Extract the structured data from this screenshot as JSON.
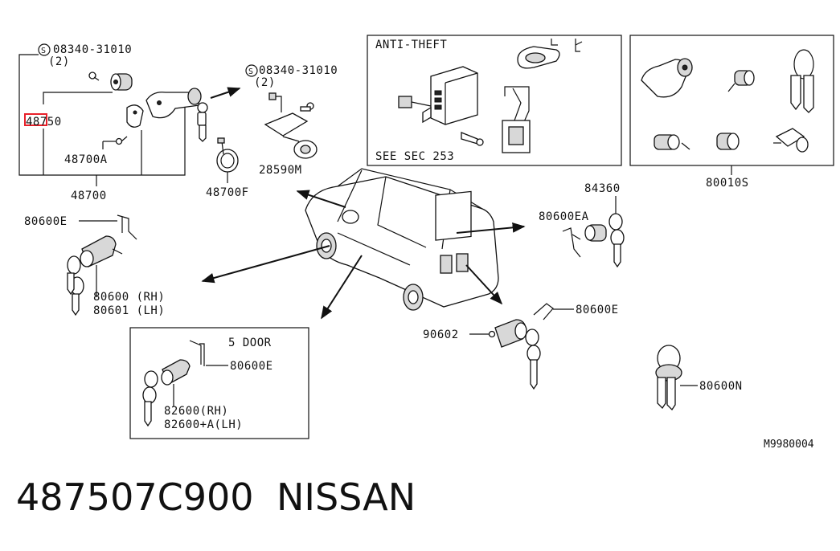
{
  "screws": {
    "screw_code": "08340-31010",
    "screw_qty": "(2)",
    "screw2_code": "08340-31010",
    "screw2_qty": "(2)"
  },
  "labels": {
    "highlight": "48750",
    "p48700A": "48700A",
    "p48700": "48700",
    "p48700F": "48700F",
    "p28590M": "28590M",
    "p80600E_left": "80600E",
    "p80600_rh": "80600 (RH)",
    "p80601_lh": "80601 (LH)",
    "p84360": "84360",
    "p80600EA": "80600EA",
    "p80600E_right": "80600E",
    "p90602": "90602",
    "p80600N": "80600N",
    "p80010S": "80010S",
    "p80600E_inset": "80600E",
    "p82600_rh": "82600(RH)",
    "p82600A_lh": "82600+A(LH)"
  },
  "anti_theft": {
    "title": "ANTI-THEFT",
    "see_sec": "SEE SEC 253"
  },
  "five_door": {
    "title": "5 DOOR"
  },
  "diagram_code": "M9980004",
  "footer": {
    "part_number": "487507C900",
    "brand": "NISSAN"
  },
  "colors": {
    "highlight": "#e8202a",
    "ink": "#111111"
  }
}
